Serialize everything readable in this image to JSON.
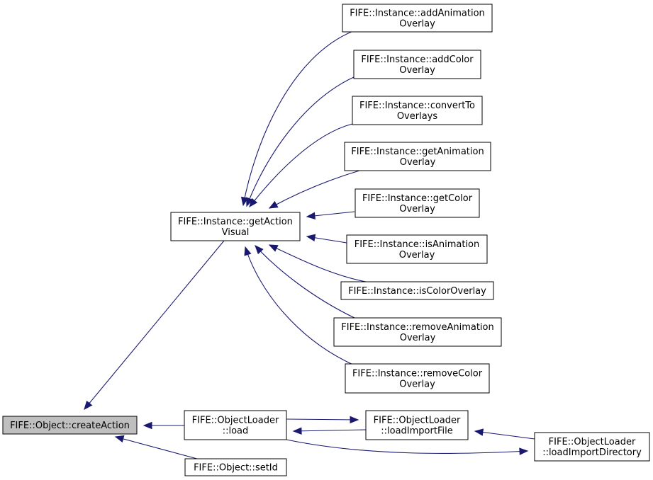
{
  "diagram": {
    "nodes": [
      {
        "id": "createAction",
        "lines": [
          "FIFE::Object::createAction"
        ],
        "root": true
      },
      {
        "id": "getActionVisual",
        "lines": [
          "FIFE::Instance::getAction",
          "Visual"
        ]
      },
      {
        "id": "addAnimationOverlay",
        "lines": [
          "FIFE::Instance::addAnimation",
          "Overlay"
        ]
      },
      {
        "id": "addColorOverlay",
        "lines": [
          "FIFE::Instance::addColor",
          "Overlay"
        ]
      },
      {
        "id": "convertToOverlays",
        "lines": [
          "FIFE::Instance::convertTo",
          "Overlays"
        ]
      },
      {
        "id": "getAnimationOverlay",
        "lines": [
          "FIFE::Instance::getAnimation",
          "Overlay"
        ]
      },
      {
        "id": "getColorOverlay",
        "lines": [
          "FIFE::Instance::getColor",
          "Overlay"
        ]
      },
      {
        "id": "isAnimationOverlay",
        "lines": [
          "FIFE::Instance::isAnimation",
          "Overlay"
        ]
      },
      {
        "id": "isColorOverlay",
        "lines": [
          "FIFE::Instance::isColorOverlay"
        ]
      },
      {
        "id": "removeAnimationOverlay",
        "lines": [
          "FIFE::Instance::removeAnimation",
          "Overlay"
        ]
      },
      {
        "id": "removeColorOverlay",
        "lines": [
          "FIFE::Instance::removeColor",
          "Overlay"
        ]
      },
      {
        "id": "load",
        "lines": [
          "FIFE::ObjectLoader",
          "::load"
        ]
      },
      {
        "id": "setId",
        "lines": [
          "FIFE::Object::setId"
        ]
      },
      {
        "id": "loadImportFile",
        "lines": [
          "FIFE::ObjectLoader",
          "::loadImportFile"
        ]
      },
      {
        "id": "loadImportDirectory",
        "lines": [
          "FIFE::ObjectLoader",
          "::loadImportDirectory"
        ]
      }
    ],
    "edges": [
      {
        "from": "getActionVisual",
        "to": "createAction"
      },
      {
        "from": "addAnimationOverlay",
        "to": "getActionVisual"
      },
      {
        "from": "addColorOverlay",
        "to": "getActionVisual"
      },
      {
        "from": "convertToOverlays",
        "to": "getActionVisual"
      },
      {
        "from": "getAnimationOverlay",
        "to": "getActionVisual"
      },
      {
        "from": "getColorOverlay",
        "to": "getActionVisual"
      },
      {
        "from": "isAnimationOverlay",
        "to": "getActionVisual"
      },
      {
        "from": "isColorOverlay",
        "to": "getActionVisual"
      },
      {
        "from": "removeAnimationOverlay",
        "to": "getActionVisual"
      },
      {
        "from": "removeColorOverlay",
        "to": "getActionVisual"
      },
      {
        "from": "load",
        "to": "createAction"
      },
      {
        "from": "setId",
        "to": "createAction"
      },
      {
        "from": "load",
        "to": "loadImportFile"
      },
      {
        "from": "loadImportFile",
        "to": "load"
      },
      {
        "from": "load",
        "to": "loadImportDirectory"
      },
      {
        "from": "loadImportDirectory",
        "to": "loadImportFile"
      }
    ],
    "colors": {
      "edge": "#191970",
      "root_fill": "#bfbfbf",
      "node_fill": "#ffffff",
      "node_border": "#000000"
    }
  }
}
